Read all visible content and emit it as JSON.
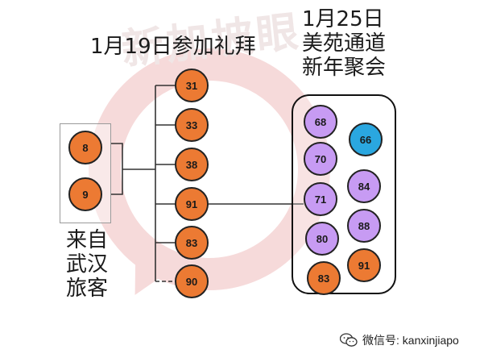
{
  "watermark": {
    "text": "新加坡眼"
  },
  "labels": {
    "service": "1月19日参加礼拜",
    "party_line1": "1月25日",
    "party_line2": "美苑通道",
    "party_line3": "新年聚会",
    "wuhan_line1": "来自",
    "wuhan_line2": "武汉",
    "wuhan_line3": "旅客"
  },
  "nodes": {
    "wuhan": [
      "8",
      "9"
    ],
    "service": [
      "31",
      "33",
      "38",
      "91",
      "83",
      "90"
    ],
    "party_purple": [
      "68",
      "70",
      "71",
      "80",
      "84",
      "88"
    ],
    "party_blue": "66",
    "party_orange": [
      "83",
      "91"
    ]
  },
  "colors": {
    "orange": "#ec7a33",
    "purple": "#c79bf3",
    "blue": "#2aa7e0",
    "watermark": "#f6dada"
  },
  "footer": {
    "icon": "wechat-icon",
    "text": "微信号: kanxinjiapo"
  }
}
